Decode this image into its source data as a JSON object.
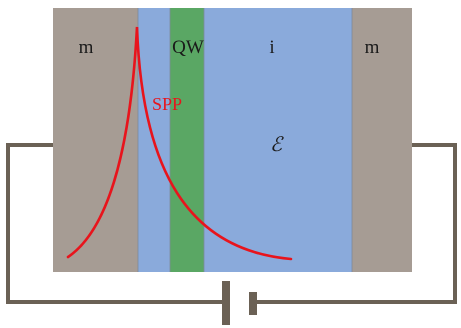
{
  "diagram": {
    "layers": [
      {
        "key": "metal-left",
        "label": "m",
        "color": "#a69c94"
      },
      {
        "key": "spacer",
        "label": "",
        "color": "#8aaadb"
      },
      {
        "key": "quantum-well",
        "label": "QW",
        "color": "#5aa764"
      },
      {
        "key": "insulator",
        "label": "i",
        "color": "#8aaadb"
      },
      {
        "key": "metal-right",
        "label": "m",
        "color": "#a69c94"
      }
    ],
    "field_label": "ℰ",
    "spp_label": "SPP",
    "spp_color": "#e8141c",
    "circuit_color": "#6b6155"
  }
}
